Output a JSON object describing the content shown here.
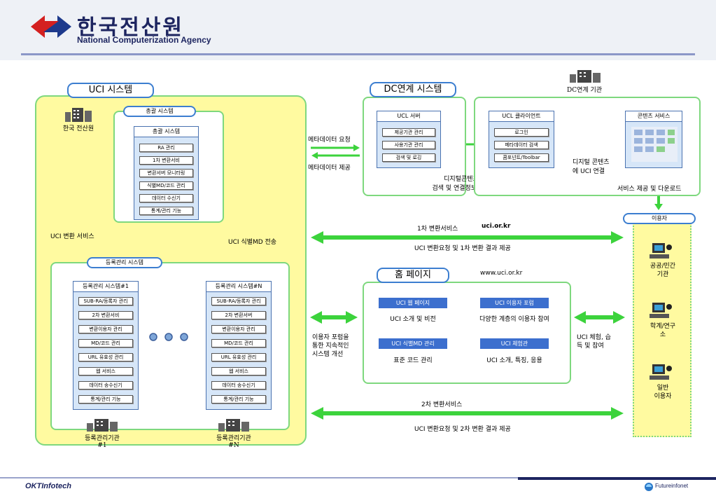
{
  "header": {
    "title": "한국전산원",
    "subtitle": "National Computerization Agency"
  },
  "uci_system": {
    "tab": "UCI 시스템",
    "agency": "한국 전산원",
    "integrated": {
      "tab": "총괄 시스템",
      "box_title": "총괄 시스템",
      "items": [
        "RA 관리",
        "1차 변환서비",
        "변환서버 모니터링",
        "식별MD/코드 관리",
        "데이터 수신기",
        "통계/관리 기능"
      ]
    },
    "conv_service": "UCI 변환 서비스",
    "id_md_transfer": "UCI 식별MD 전송",
    "registry": {
      "tab": "등록관리 시스템",
      "sys1": {
        "title": "등록관리 시스템#1",
        "items": [
          "SUB-RA/등록자 관리",
          "2차 변환서비",
          "변환이용자 관리",
          "MD/코드 관리",
          "URL 유효성 관리",
          "웹 서비스",
          "데이터 송수신기",
          "통계/관리 기능"
        ]
      },
      "sysN": {
        "title": "등록관리 시스템#N",
        "items": [
          "SUB-RA/등록자 관리",
          "2차 변환서버",
          "변환이용자 관리",
          "MD/코드 관리",
          "URL 유효성 관리",
          "웹 서비스",
          "데이터 송수신기",
          "통계/관리 기능"
        ]
      },
      "agency1": "등록관리기관\n#1",
      "agencyN": "등록관리기관\n#N"
    }
  },
  "dc_system": {
    "tab": "DC연계 시스템",
    "server": {
      "title": "UCL 서버",
      "items": [
        "제공기관 관리",
        "사용기관 관리",
        "검색 및 로깅"
      ]
    },
    "meta_request": "메타데이터 요청",
    "meta_provide": "메타데이터 제공",
    "bottom_text": "디지털콘텐츠\n검색 및 연결정보 기록"
  },
  "dc_agency": {
    "label": "DC연계 기관",
    "client": {
      "title": "UCL 클라이언트",
      "items": [
        "로그인",
        "메타데이터 검색",
        "콤포넌트/Toolbar"
      ]
    },
    "content_service": "콘텐츠 서비스",
    "digital_link": "디지털 콘텐츠\n에 UCI 연결",
    "service_provide": "서비스 제공 및 다운로드"
  },
  "conversions": {
    "first_service": "1차 변환서비스",
    "first_url": "uci.or.kr",
    "first_desc": "UCI 변환요청 및 1차 변환 결과 제공",
    "second_service": "2차 변환서비스",
    "second_desc": "UCI 변환요청 및 2차 변환 결과 제공"
  },
  "homepage": {
    "tab": "홈 페이지",
    "url": "www.uci.or.kr",
    "cells": [
      {
        "title": "UCI 웹 페이지",
        "desc": "UCI 소개 및 비전"
      },
      {
        "title": "UCI 이용자 포럼",
        "desc": "다양한 계층의 이용자 참여"
      },
      {
        "title": "UCI 식별MD 관리",
        "desc": "표준 코드 관리"
      },
      {
        "title": "UCI 체험관",
        "desc": "UCI 소개, 특징, 응용"
      }
    ],
    "left_note": "이용자 포럼을\n통한 지속적인\n시스템 개선",
    "right_note": "UCI 체험, 습\n득 및 참여"
  },
  "users": {
    "tab": "이용자",
    "groups": [
      "공공/민간\n기관",
      "학계/연구\n소",
      "일반\n이용자"
    ]
  },
  "footer": {
    "left": "OKTInfotech",
    "right": "Futureinfonet"
  },
  "colors": {
    "arrow_green": "#3cd33c",
    "panel_border": "#7ed87e",
    "yellow_fill": "#fffaa0",
    "tab_border": "#3c7ed0",
    "title_blue": "#3c6fce",
    "navy": "#1d2560"
  }
}
